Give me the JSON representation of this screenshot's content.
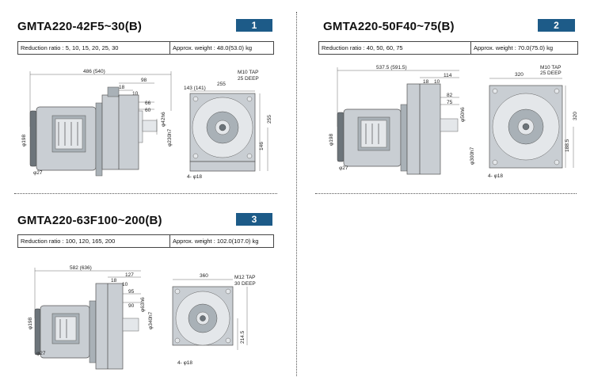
{
  "models": [
    {
      "title": "GMTA220-42F5~30(B)",
      "badge": "1",
      "reduction_label": "Reduction ratio : 5, 10, 15, 20, 25, 30",
      "weight_label": "Approx. weight : 48.0(53.0) kg",
      "side_dims": {
        "overall": "486 (540)",
        "d98": "98",
        "d18": "18",
        "d10": "10",
        "d66": "66",
        "d60": "60",
        "shaft": "φ42h6",
        "pilot": "φ230h7",
        "motor_dia": "φ198",
        "d27": "φ27"
      },
      "front_dims": {
        "d143": "143 (141)",
        "d255": "255",
        "tap1": "M10 TAP",
        "tap2": "25 DEEP",
        "h255": "255",
        "h146": "146",
        "bolt": "4- φ18"
      }
    },
    {
      "title": "GMTA220-50F40~75(B)",
      "badge": "2",
      "reduction_label": "Reduction ratio : 40, 50, 60, 75",
      "weight_label": "Approx. weight : 70.0(75.0) kg",
      "side_dims": {
        "overall": "537.5 (591.5)",
        "d114": "114",
        "d18": "18",
        "d10": "10",
        "d82": "82",
        "d75": "75",
        "shaft": "φ50h6",
        "pilot": "φ300h7",
        "motor_dia": "φ198",
        "d27": "φ27"
      },
      "front_dims": {
        "d320": "320",
        "tap1": "M10 TAP",
        "tap2": "25 DEEP",
        "h320": "320",
        "h188": "188.5",
        "bolt": "4- φ18"
      }
    },
    {
      "title": "GMTA220-63F100~200(B)",
      "badge": "3",
      "reduction_label": "Reduction ratio : 100, 120, 165, 200",
      "weight_label": "Approx. weight : 102.0(107.0) kg",
      "side_dims": {
        "overall": "582 (636)",
        "d127": "127",
        "d18": "18",
        "d10": "10",
        "d95": "95",
        "d90": "90",
        "shaft": "φ63h6",
        "pilot": "φ340h7",
        "motor_dia": "φ198",
        "d27": "φ27"
      },
      "front_dims": {
        "d360": "360",
        "tap1": "M12 TAP",
        "tap2": "30 DEEP",
        "h214": "214.5",
        "bolt": "4- φ18"
      }
    }
  ],
  "colors": {
    "badge": "#1d5b88",
    "casting": "#c9ced3"
  }
}
